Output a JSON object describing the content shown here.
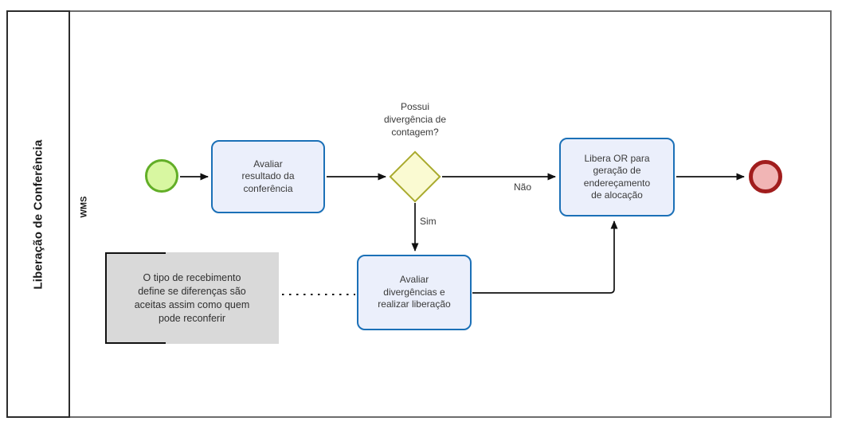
{
  "pool": {
    "title": "Liberação de Conferência"
  },
  "lane": {
    "label": "WMS"
  },
  "nodes": {
    "task_avaliar_resultado": "Avaliar\nresultado da\nconferência",
    "gateway_question": "Possui\ndivergência de\ncontagem?",
    "task_libera_or": "Libera OR para\ngeração de\nendereçamento\nde alocação",
    "task_avaliar_divergencias": "Avaliar\ndivergências e\nrealizar liberação"
  },
  "edges": {
    "yes_label": "Sim",
    "no_label": "Não"
  },
  "annotation": {
    "text": "O tipo de recebimento\ndefine se diferenças são\naceitas assim como quem\npode reconferir"
  },
  "colors": {
    "task_fill": "#ebeffb",
    "task_border": "#1b70b7",
    "gateway_fill": "#fafad2",
    "gateway_border": "#a9aa2e",
    "start_event_fill": "#d8f7a1",
    "start_event_border": "#62ae27",
    "end_event_fill": "#f1b5b5",
    "end_event_border": "#a11d1d",
    "annotation_fill": "#d9d9d9",
    "connector": "#111111",
    "pool_border": "#6d6d6d"
  }
}
